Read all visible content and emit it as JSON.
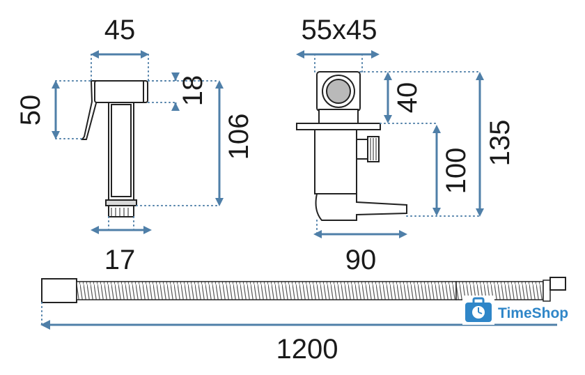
{
  "dimensions": {
    "handle_width": "45",
    "handle_height": "50",
    "head_height": "18",
    "handle_length": "106",
    "thread_diameter": "17",
    "valve_size": "55x45",
    "valve_top": "40",
    "valve_outlet": "100",
    "valve_total": "135",
    "valve_depth": "90",
    "hose_length": "1200"
  },
  "brand": {
    "name": "TimeShop",
    "logo_color": "#2f86c8"
  },
  "colors": {
    "dimension_arrows": "#4f7fa8",
    "outline": "#222222"
  }
}
